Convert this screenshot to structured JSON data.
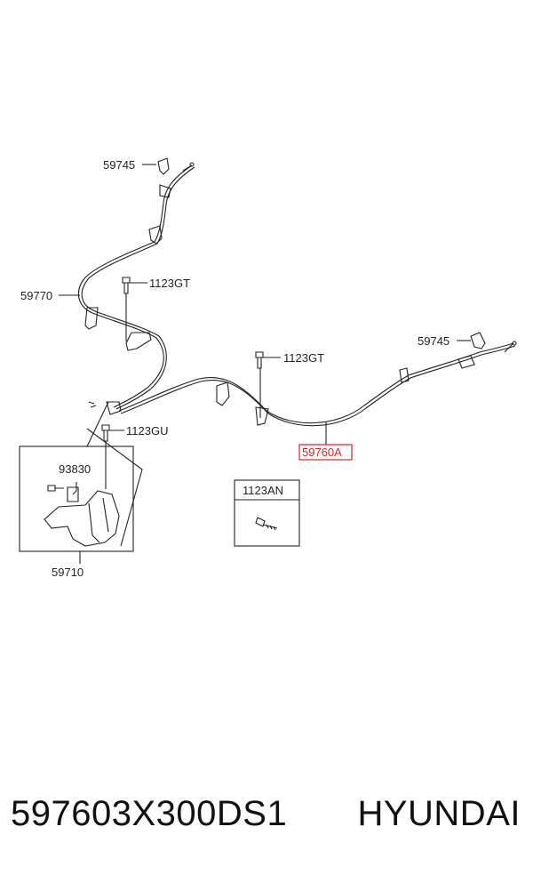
{
  "callouts": {
    "clip_front": "59745",
    "clip_rear": "59745",
    "cable_front": "59770",
    "bolt_a": "1123GT",
    "bolt_b": "1123GT",
    "bolt_c": "1123GU",
    "part_main": "59760A",
    "lever_assy": "59710",
    "bolt_lever": "93830",
    "bolt_box": "1123AN"
  },
  "footer": {
    "part_number": "597603X300DS1",
    "brand": "HYUNDAI"
  },
  "colors": {
    "line": "#222222",
    "highlight": "#dd2222",
    "background": "#ffffff"
  }
}
